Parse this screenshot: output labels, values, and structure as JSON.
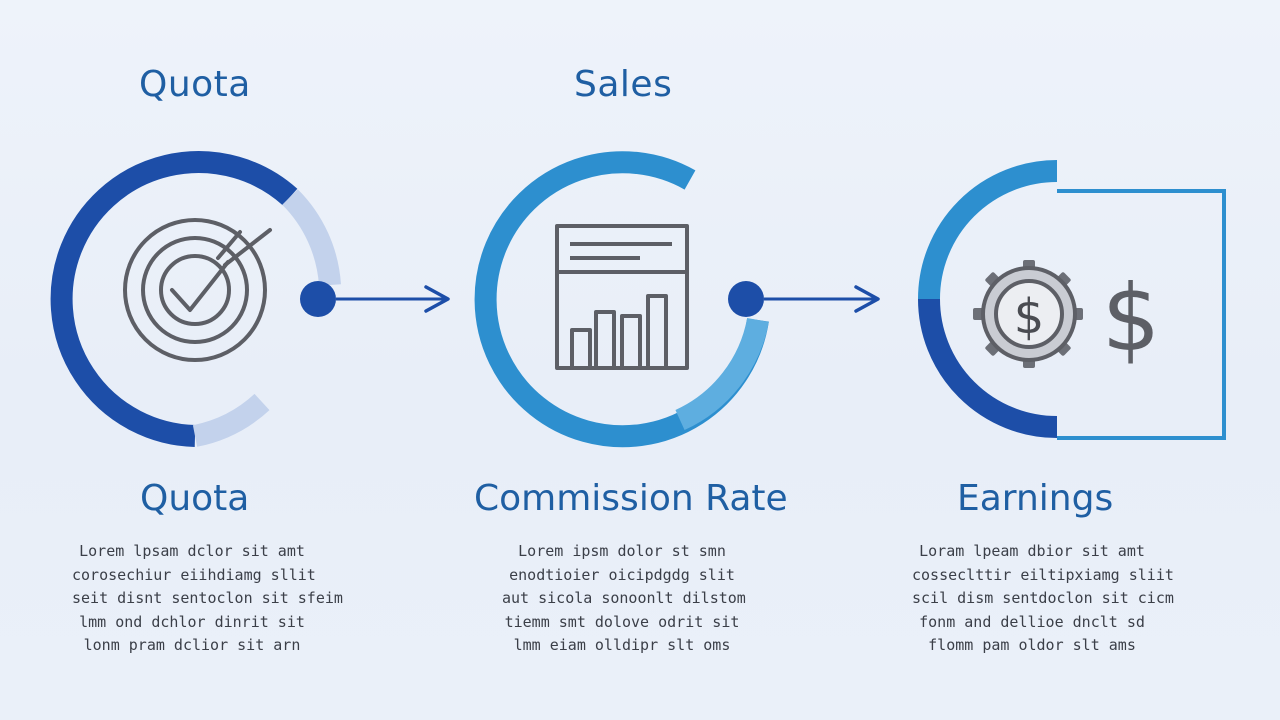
{
  "header_labels": {
    "quota": "Quota",
    "sales": "Sales"
  },
  "stages": [
    {
      "title": "Quota",
      "icon": "target-check-icon",
      "description": [
        "Lorem lpsam dclor sit amt",
        "corosechiur eiihdiamg sllit",
        "seit disnt sentoclon sit sfeim",
        "lmm ond dchlor dinrit sit",
        "lonm pram dclior sit arn"
      ]
    },
    {
      "title": "Commission Rate",
      "icon": "sales-report-chart-icon",
      "description": [
        "Lorem ipsm dolor st smn",
        "enodtioier oicipdgdg slit",
        "aut sicola sonoonlt dilstom",
        "tiemm smt dolove odrit sit",
        "lmm eiam olldipr slt oms"
      ]
    },
    {
      "title": "Earnings",
      "icon": "dollar-gear-icon",
      "description": [
        "Loram lpeam dbior sit amt",
        "cosseclttir eiltipxiamg sliit",
        "scil dism sentdoclon sit cicm",
        "fonm and dellioe dnclt sd",
        "flomm pam oldor slt ams"
      ]
    }
  ],
  "colors": {
    "dark_blue": "#1d4ea8",
    "mid_blue": "#2d8fcf",
    "light_blue": "#5eaee0",
    "pale_blue": "#c3d2ec",
    "icon_gray": "#5d5f66",
    "text_blue": "#1f5fa3"
  }
}
